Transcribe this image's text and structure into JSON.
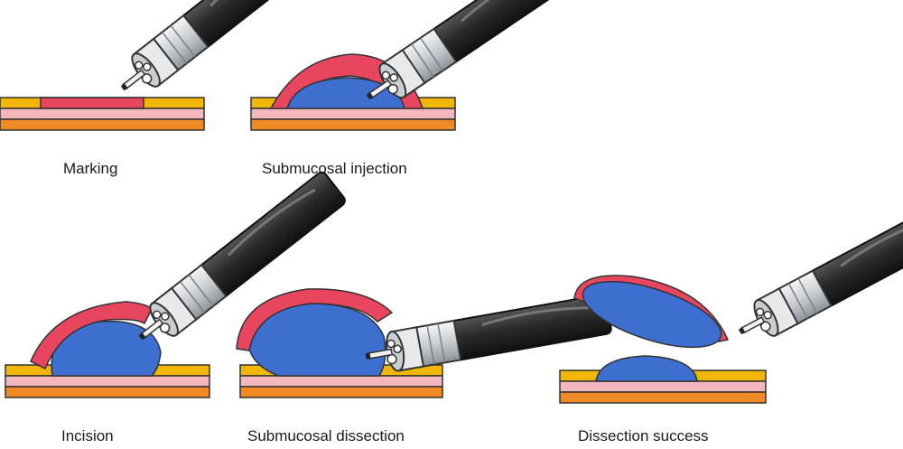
{
  "colors": {
    "mucosa_yellow": "#f2b705",
    "submucosa_pink": "#f4b7bd",
    "muscle_orange": "#f08a24",
    "lesion_red": "#e8455f",
    "injection_blue": "#3c6fd0",
    "outline": "#333333",
    "scope_dark": "#2d2d2d",
    "scope_silver": "#d9dde0"
  },
  "icons": [
    "endoscope-icon"
  ],
  "steps": [
    {
      "label": "Marking"
    },
    {
      "label": "Submucosal injection"
    },
    {
      "label": "Incision"
    },
    {
      "label": "Submucosal dissection"
    },
    {
      "label": "Dissection success"
    }
  ]
}
